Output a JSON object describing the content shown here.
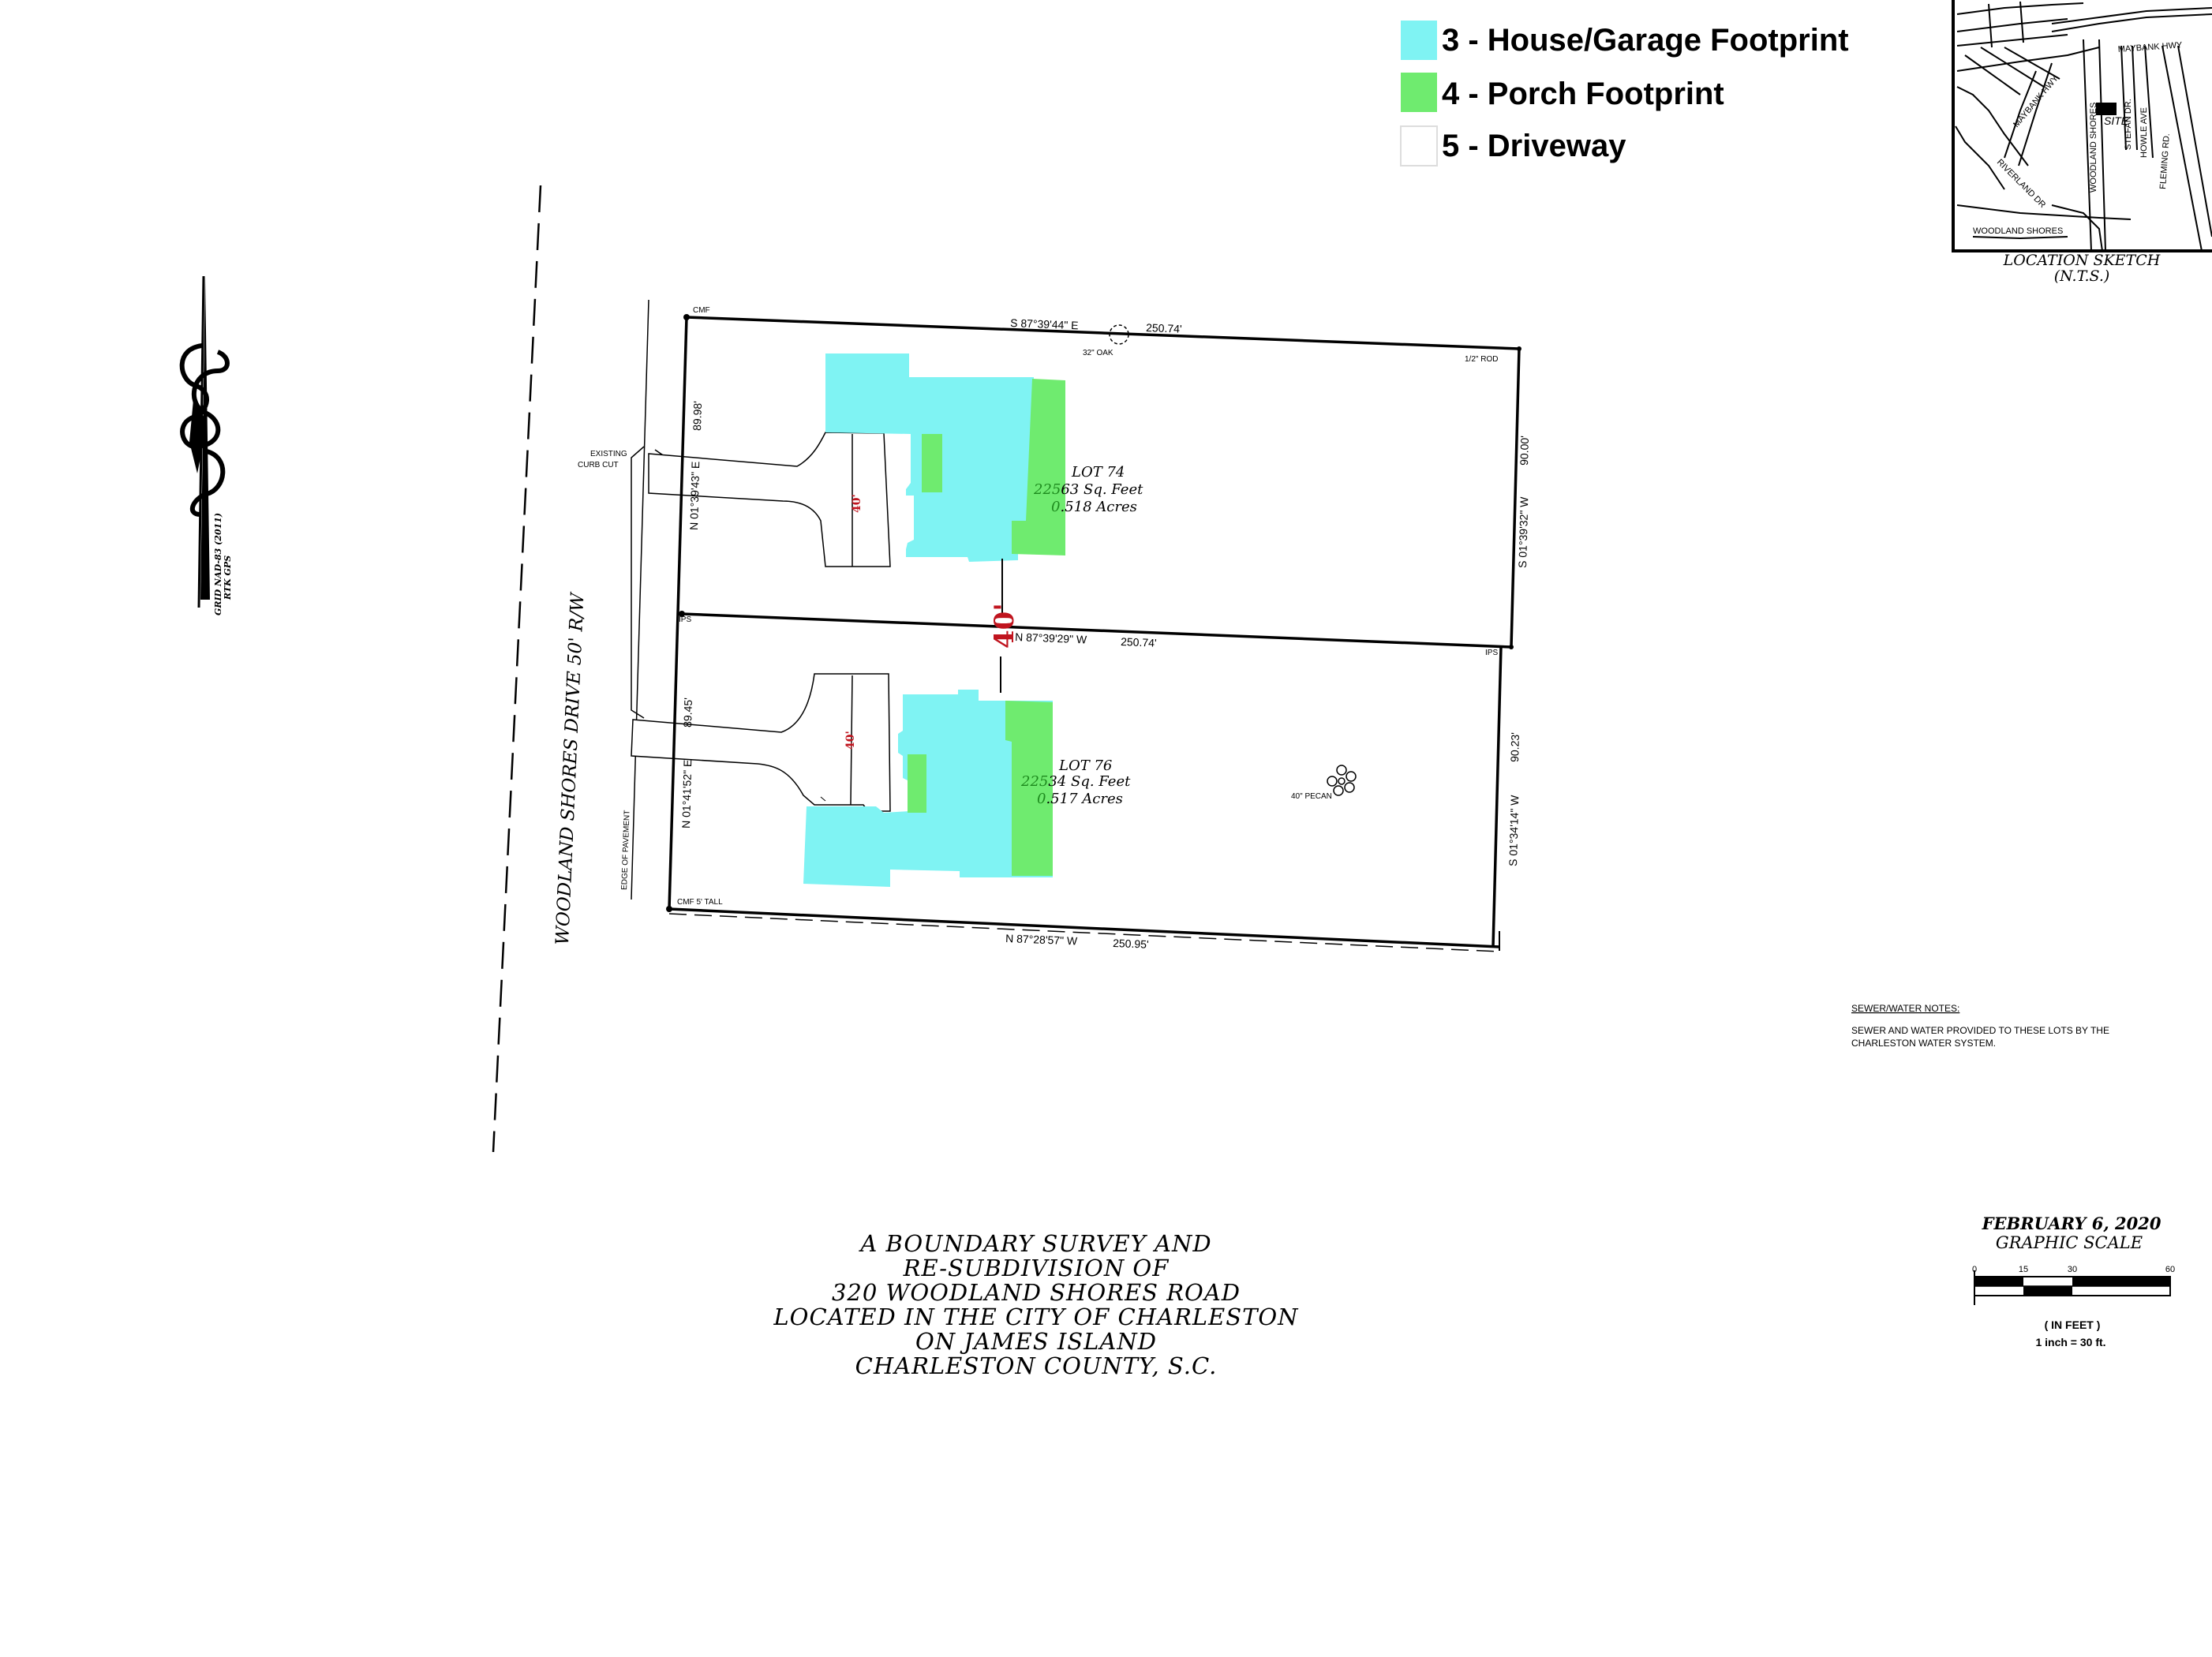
{
  "legend": [
    {
      "label": "3 - House/Garage Footprint",
      "color": "#7ff3f3"
    },
    {
      "label": "4 - Porch Footprint",
      "color": "#6feb6f"
    },
    {
      "label": "5 - Driveway",
      "color": "#ffffff"
    }
  ],
  "north_arrow": {
    "datum_line1": "GRID NAD-83 (2011)",
    "datum_line2": "RTK GPS"
  },
  "road": {
    "label": "WOODLAND SHORES DRIVE 50' R/W",
    "curb_cut_line1": "EXISTING",
    "curb_cut_line2": "CURB CUT",
    "pavement": "EDGE OF PAVEMENT"
  },
  "corners": {
    "nw": "CMF",
    "ne": "1/2\" ROD",
    "mid_w": "IPS",
    "mid_e": "IPS",
    "sw": "CMF 5' TALL"
  },
  "bearings": {
    "north": "S 87°39'44\" E",
    "north_dist": "250.74'",
    "middle": "N 87°39'29\" W",
    "middle_dist": "250.74'",
    "south": "N 87°28'57\" W",
    "south_dist": "250.95'",
    "lot74_west": "N 01°39'43\" E",
    "lot74_west_dist": "89.98'",
    "lot74_east": "S 01°39'32\" W",
    "lot74_east_dist": "90.00'",
    "lot76_west": "N 01°41'52\" E",
    "lot76_west_dist": "89.45'",
    "lot76_east": "S 01°34'14\" W",
    "lot76_east_dist": "90.23'"
  },
  "trees": {
    "oak": "32\" OAK",
    "pecan": "40\" PECAN"
  },
  "lots": [
    {
      "name": "LOT 74",
      "sqft_a": "225",
      "sqft_b": "63 Sq. Feet",
      "acres_a": "0",
      "acres_b": ".518 Acres",
      "setback": "40'"
    },
    {
      "name": "LOT 76",
      "sqft_a": "225",
      "sqft_b": "34 Sq. Feet",
      "acres_a": "0",
      "acres_b": ".517 Acres",
      "setback": "40'"
    }
  ],
  "separation": "40'",
  "location_sketch": {
    "caption": "LOCATION SKETCH",
    "caption2": "(N.T.S.)",
    "site": "SITE",
    "streets": [
      "MAYBANK HWY",
      "STEFAN DR.",
      "HOWLE AVE",
      "FLEMING RD.",
      "WOODLAND SHORES",
      "RIVERLAND DR",
      "MAYBANK HWY",
      "WOODLAND SHORES"
    ]
  },
  "notes": {
    "heading": "SEWER/WATER NOTES:",
    "line1": "SEWER AND WATER PROVIDED TO THESE LOTS BY THE",
    "line2": "CHARLESTON WATER SYSTEM."
  },
  "title": [
    "A BOUNDARY SURVEY AND",
    "RE-SUBDIVISION OF",
    "320 WOODLAND SHORES ROAD",
    "LOCATED IN THE CITY OF CHARLESTON",
    "ON JAMES ISLAND",
    "CHARLESTON COUNTY, S.C."
  ],
  "scale": {
    "date": "FEBRUARY 6, 2020",
    "heading": "GRAPHIC SCALE",
    "ticks": [
      "0",
      "15",
      "30",
      "60"
    ],
    "units": "( IN FEET )",
    "ratio": "1 inch = 30 ft."
  }
}
